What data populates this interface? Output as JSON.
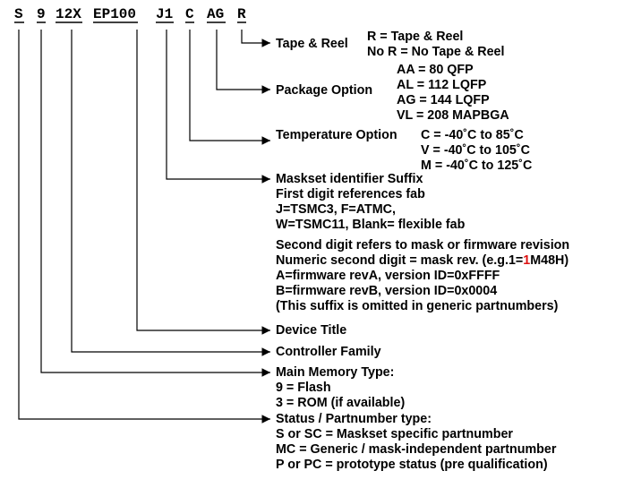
{
  "part_number": {
    "segments": [
      {
        "name": "status",
        "text": "S"
      },
      {
        "name": "memory-type",
        "text": "9"
      },
      {
        "name": "family",
        "text": "12X"
      },
      {
        "name": "device-title",
        "text": "EP100"
      },
      {
        "name": "maskset",
        "text": "J1"
      },
      {
        "name": "temperature",
        "text": "C"
      },
      {
        "name": "package",
        "text": "AG"
      },
      {
        "name": "tape-reel",
        "text": "R"
      }
    ]
  },
  "fields": {
    "tape_reel": {
      "label": "Tape & Reel",
      "options": [
        "R = Tape & Reel",
        "No R = No Tape & Reel"
      ]
    },
    "package": {
      "label": "Package Option",
      "options": [
        "AA = 80  QFP",
        "AL = 112 LQFP",
        "AG = 144 LQFP",
        "VL = 208 MAPBGA"
      ]
    },
    "temperature": {
      "label": "Temperature Option",
      "options": [
        "C = -40˚C to  85˚C",
        "V = -40˚C to 105˚C",
        "M = -40˚C to 125˚C"
      ]
    },
    "maskset": {
      "label": "Maskset identifier Suffix",
      "lines": [
        "First digit references fab",
        "J=TSMC3, F=ATMC,",
        "W=TSMC11, Blank= flexible fab"
      ],
      "lines2": [
        "Second digit refers to mask or firmware revision"
      ],
      "numeric_pre": "Numeric second digit = mask rev. (e.g.1=",
      "numeric_red": "1",
      "numeric_post": "M48H)",
      "lines3": [
        "A=firmware revA, version ID=0xFFFF",
        "B=firmware revB, version ID=0x0004",
        "(This suffix is omitted in generic partnumbers)"
      ]
    },
    "device_title": {
      "label": "Device Title"
    },
    "controller_family": {
      "label": "Controller Family"
    },
    "memory_type": {
      "label": "Main Memory Type:",
      "options": [
        "9 = Flash",
        "3 = ROM (if available)"
      ]
    },
    "status": {
      "label": "Status / Partnumber type:",
      "options": [
        "S or SC = Maskset specific partnumber",
        "MC = Generic / mask-independent partnumber",
        "P or PC = prototype status (pre qualification)"
      ]
    }
  }
}
